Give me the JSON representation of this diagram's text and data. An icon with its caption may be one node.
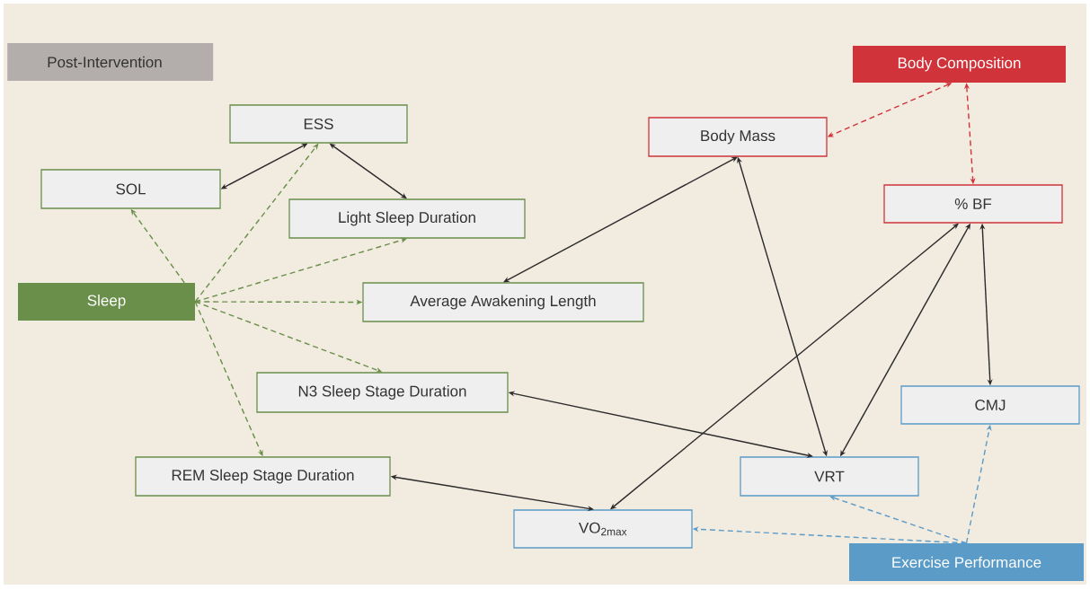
{
  "diagram": {
    "nodes": [
      {
        "text": [
          "Post-Intervention"
        ]
      },
      {
        "text": [
          "Body Composition"
        ]
      },
      {
        "text": [
          "ESS"
        ]
      },
      {
        "text": [
          "Body Mass"
        ]
      },
      {
        "text": [
          "SOL"
        ]
      },
      {
        "text": [
          "% BF"
        ]
      },
      {
        "text": [
          "Light Sleep Duration"
        ]
      },
      {
        "text": [
          "Sleep"
        ]
      },
      {
        "text": [
          "Average Awakening Length"
        ]
      },
      {
        "text": [
          "N3 Sleep Stage Duration"
        ]
      },
      {
        "text": [
          "CMJ"
        ]
      },
      {
        "text": [
          "REM Sleep Stage Duration"
        ]
      },
      {
        "text": [
          "VRT"
        ]
      },
      {
        "text": [
          "VO$_{2max}$"
        ]
      },
      {
        "text": [
          "Exercise Performance"
        ]
      }
    ],
    "edges": [
      {
        "from": 2,
        "to": 4,
        "arrow": "both"
      },
      {
        "from": 2,
        "to": 6,
        "arrow": "both"
      },
      {
        "from": 7,
        "to": 4,
        "arrow": "to",
        "style": "dashed",
        "color": "#6a8f4b"
      },
      {
        "from": 7,
        "to": 2,
        "arrow": "to",
        "style": "dashed",
        "color": "#6a8f4b"
      },
      {
        "from": 7,
        "to": 6,
        "arrow": "to",
        "style": "dashed",
        "color": "#6a8f4b"
      },
      {
        "from": 7,
        "to": 8,
        "arrow": "to",
        "style": "dashed",
        "color": "#6a8f4b"
      },
      {
        "from": 7,
        "to": 9,
        "arrow": "to",
        "style": "dashed",
        "color": "#6a8f4b"
      },
      {
        "from": 7,
        "to": 11,
        "arrow": "to",
        "style": "dashed",
        "color": "#6a8f4b"
      },
      {
        "from": 8,
        "to": 3,
        "arrow": "both"
      },
      {
        "from": 1,
        "to": 3,
        "arrow": "both",
        "style": "dashed",
        "color": "#d0343a"
      },
      {
        "from": 1,
        "to": 5,
        "arrow": "both",
        "style": "dashed",
        "color": "#d0343a"
      },
      {
        "from": 3,
        "to": 12,
        "arrow": "both"
      },
      {
        "from": 5,
        "to": 13,
        "arrow": "both"
      },
      {
        "from": 5,
        "to": 12,
        "arrow": "both"
      },
      {
        "from": 5,
        "to": 10,
        "arrow": "both"
      },
      {
        "from": 9,
        "to": 12,
        "arrow": "both"
      },
      {
        "from": 11,
        "to": 13,
        "arrow": "both"
      },
      {
        "from": 14,
        "to": 13,
        "arrow": "to",
        "style": "dashed",
        "color": "#5b9bc8"
      },
      {
        "from": 14,
        "to": 12,
        "arrow": "to",
        "style": "dashed",
        "color": "#5b9bc8"
      },
      {
        "from": 14,
        "to": 10,
        "arrow": "to",
        "style": "dashed",
        "color": "#5b9bc8"
      }
    ]
  }
}
